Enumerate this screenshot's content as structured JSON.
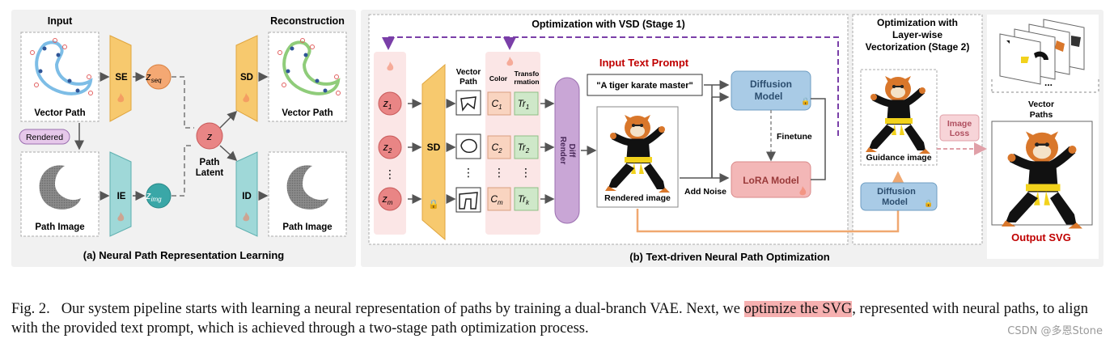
{
  "panel_a": {
    "input_label": "Input",
    "reconstruction_label": "Reconstruction",
    "vector_path_label": "Vector Path",
    "vector_path_out_label": "Vector Path",
    "rendered_label": "Rendered",
    "path_image_label": "Path Image",
    "path_image_out_label": "Path Image",
    "se": "SE",
    "ie": "IE",
    "sd": "SD",
    "id": "ID",
    "z_seq": "z",
    "z_seq_sub": "seq",
    "z_img": "z",
    "z_img_sub": "img",
    "z": "z",
    "path_latent": [
      "Path",
      "Latent"
    ],
    "caption": "(a) Neural Path Representation Learning"
  },
  "panel_b": {
    "stage1_title": "Optimization with VSD (Stage 1)",
    "stage2_title": [
      "Optimization with",
      "Layer-wise",
      "Vectorization (Stage 2)"
    ],
    "z_labels": [
      {
        "base": "z",
        "sub": "1"
      },
      {
        "base": "z",
        "sub": "2"
      },
      {
        "base": "z",
        "sub": "m"
      }
    ],
    "sd": "SD",
    "vector_path_header": [
      "Vector",
      "Path"
    ],
    "color_header": "Color",
    "transformation_header": [
      "Transfo",
      "rmation"
    ],
    "color_labels": [
      {
        "base": "C",
        "sub": "1"
      },
      {
        "base": "C",
        "sub": "2"
      },
      {
        "base": "C",
        "sub": "m"
      }
    ],
    "tr_labels": [
      {
        "base": "Tr",
        "sub": "1"
      },
      {
        "base": "Tr",
        "sub": "2"
      },
      {
        "base": "Tr",
        "sub": "k"
      }
    ],
    "dots": "⋮",
    "diff_render": [
      "Diff",
      "Render"
    ],
    "input_text_prompt": "Input Text Prompt",
    "prompt_text": "\"A tiger karate master\"",
    "rendered_image": "Rendered image",
    "add_noise": "Add Noise",
    "diffusion_model": [
      "Diffusion",
      "Model"
    ],
    "lora_model": "LoRA Model",
    "finetune": "Finetune",
    "guidance_image": "Guidance image",
    "diffusion_model_2": [
      "Diffusion",
      "Model"
    ],
    "image_loss": [
      "Image",
      "Loss"
    ],
    "layers_ellipsis": "...",
    "vector_paths": [
      "Vector",
      "Paths"
    ],
    "output_svg": "Output SVG",
    "caption": "(b) Text-driven Neural Path Optimization"
  },
  "colors": {
    "encoder_orange": "#f7c96e",
    "encoder_teal": "#9fd8d8",
    "latent_red": "#e98585",
    "latent_orange": "#f4a873",
    "latent_teal": "#3aa7a7",
    "diffusion_blue": "#a9cbe6",
    "lora_pink": "#f3b7b7",
    "diff_render_purple": "#c9a6d6",
    "feedback_purple": "#7a3fa8",
    "prompt_red": "#c00000",
    "color_box": "#f9d4c0",
    "tr_box": "#cfe8c9"
  },
  "caption": {
    "fig": "Fig. 2.",
    "before": "Our system pipeline starts with learning a neural representation of paths by training a dual-branch VAE. Next, we ",
    "highlight": "optimize the SVG",
    "after": ", represented with neural paths, to align with the provided text prompt, which is achieved through a two-stage path optimization process."
  },
  "watermark": "CSDN @多恩Stone"
}
